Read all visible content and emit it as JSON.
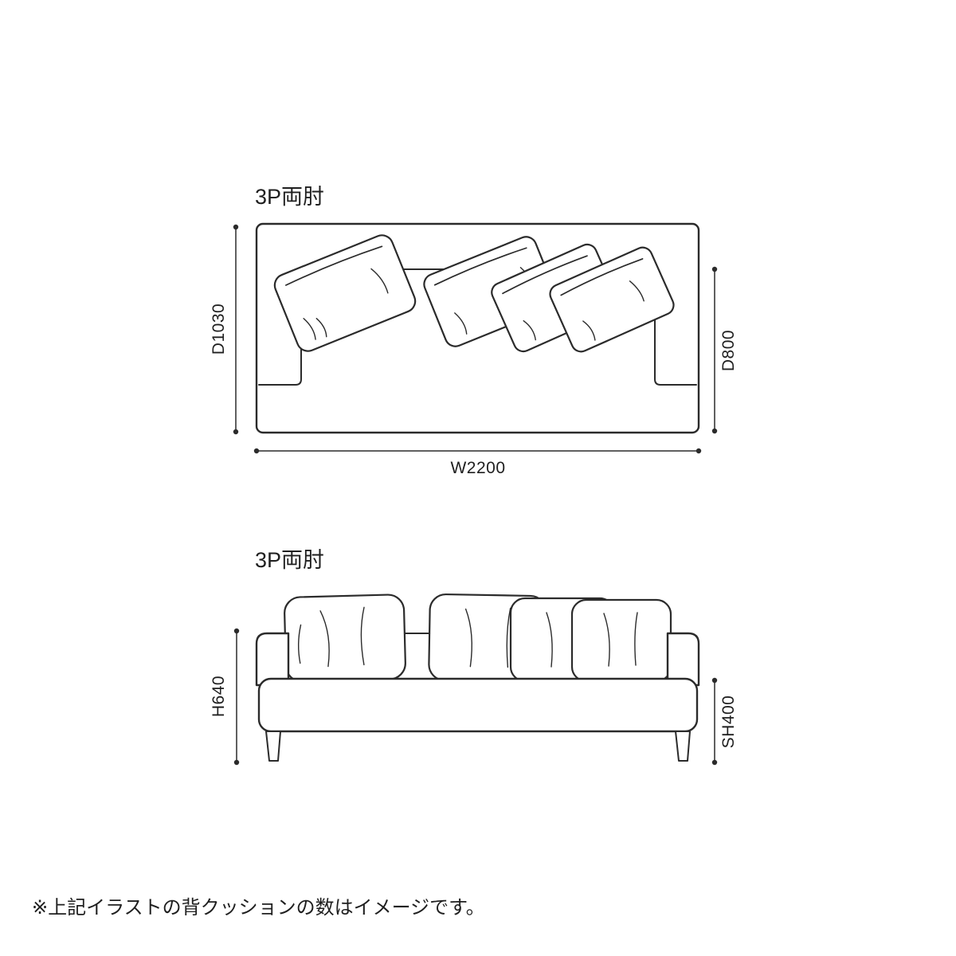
{
  "colors": {
    "background": "#ffffff",
    "line": "#2b2b2b",
    "text": "#1f1f1f"
  },
  "plan_view": {
    "title": "3P両肘",
    "dims": {
      "overall_depth": "D1030",
      "seat_depth": "D800",
      "width": "W2200"
    }
  },
  "front_view": {
    "title": "3P両肘",
    "dims": {
      "height": "H640",
      "seat_height": "SH400"
    }
  },
  "footnote": "※上記イラストの背クッションの数はイメージです。"
}
